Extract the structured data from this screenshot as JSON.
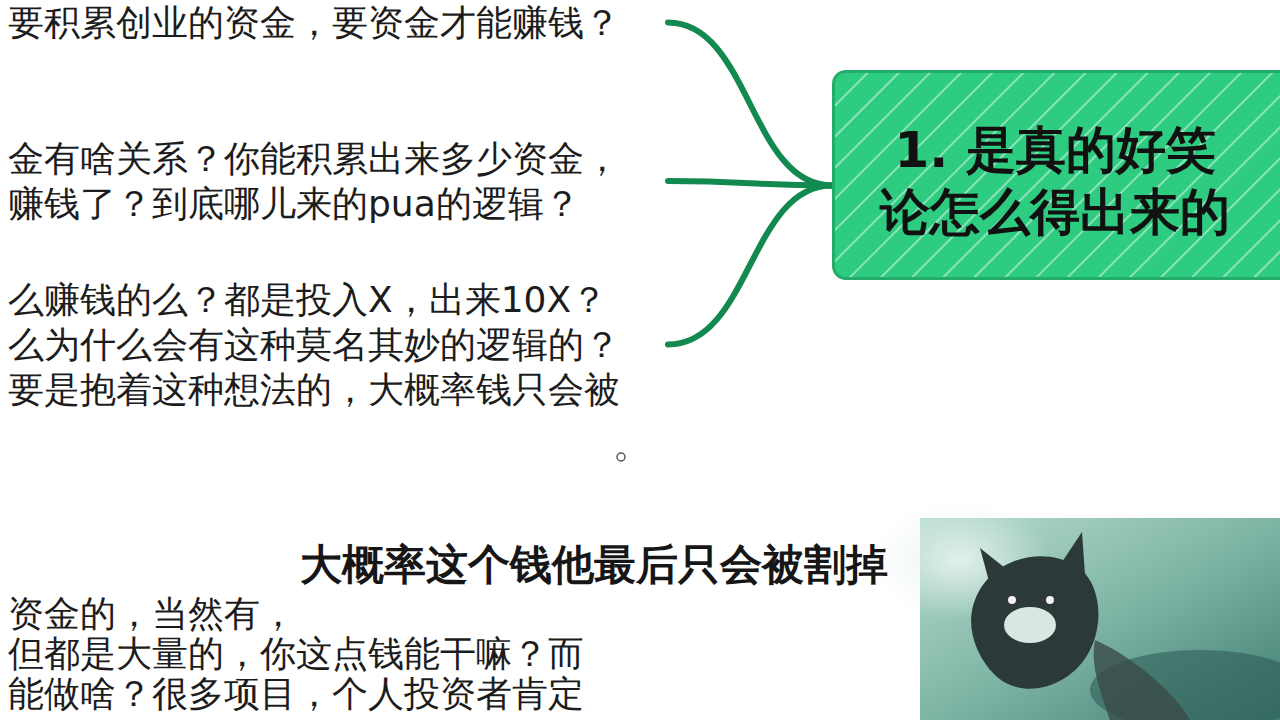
{
  "diagram": {
    "nodes": [
      {
        "text": [
          "1. 是真的好笑 论怎么得出来的"
        ]
      },
      {
        "text": [
          "要积累创业的资金，要资金才能赚钱？"
        ]
      },
      {
        "text": [
          "金有啥关系？你能积累出来多少资金， 赚钱了？到底哪儿来的pua的逻辑？"
        ]
      },
      {
        "text": [
          "么赚钱的么？都是投入X，出来10X？ 么为什么会有这种莫名其妙的逻辑的？ 要是抱着这种想法的，大概率钱只会被"
        ]
      },
      {
        "text": [
          "资金的，当然有， 但都是大量的，你这点钱能干嘛？而 能做啥？很多项目，个人投资者肯定"
        ]
      }
    ],
    "edges": [
      {
        "from": 0,
        "to": 1,
        "arrow": "none"
      },
      {
        "from": 0,
        "to": 2,
        "arrow": "none"
      },
      {
        "from": 0,
        "to": 3,
        "arrow": "none"
      }
    ],
    "labels": [
      "大概率这个钱他最后只会被割掉"
    ]
  }
}
